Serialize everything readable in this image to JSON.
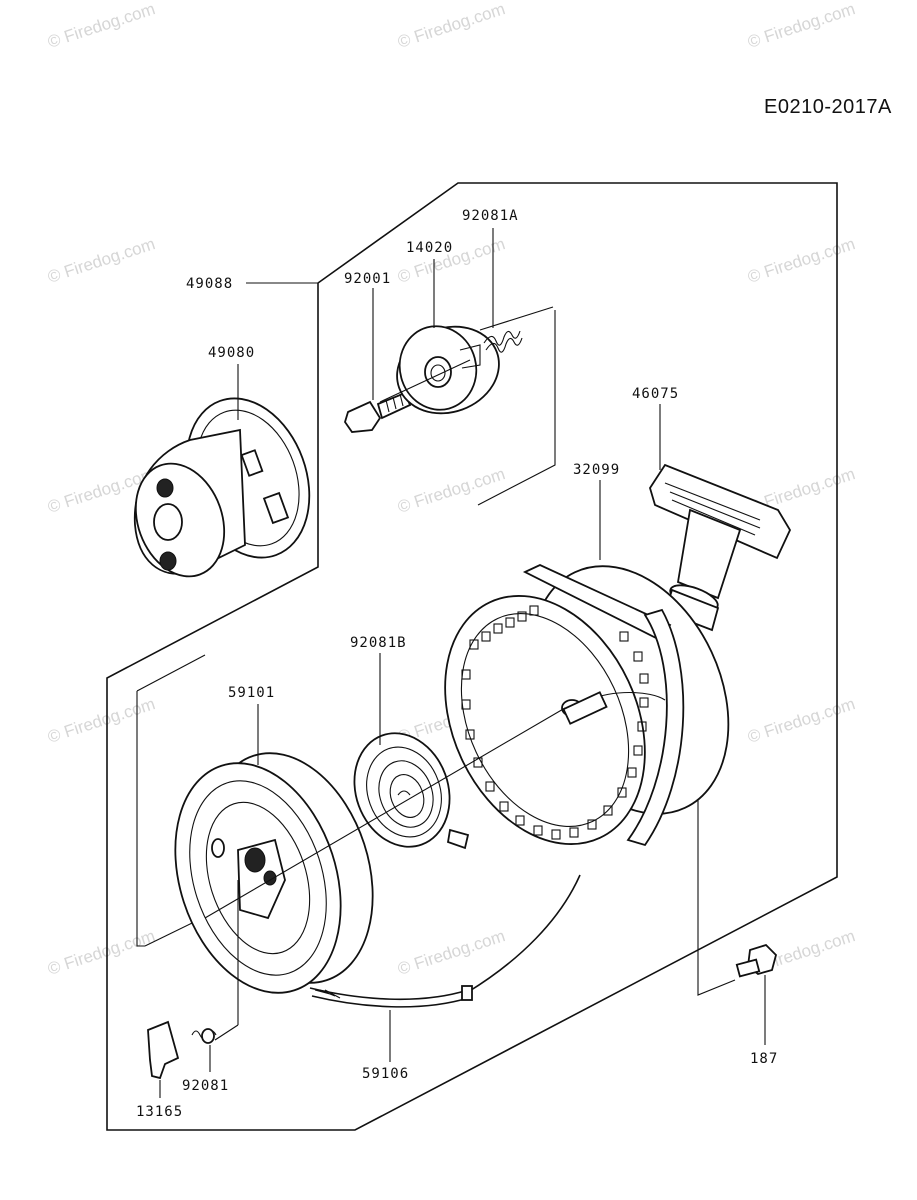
{
  "diagram_code": "E0210-2017A",
  "watermark": "© Firedog.com",
  "parts": {
    "p49088": "49088",
    "p49080": "49080",
    "p92001": "92001",
    "p14020": "14020",
    "p92081A": "92081A",
    "p46075": "46075",
    "p32099": "32099",
    "p92081B": "92081B",
    "p59101": "59101",
    "p92081": "92081",
    "p13165": "13165",
    "p59106": "59106",
    "p187": "187"
  }
}
